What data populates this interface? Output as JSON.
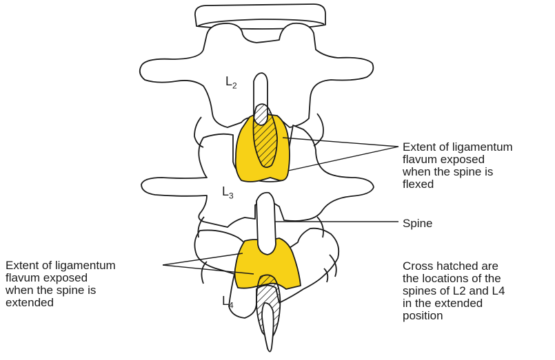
{
  "labels": {
    "l2": {
      "letter": "L",
      "sub": "2"
    },
    "l3": {
      "letter": "L",
      "sub": "3"
    },
    "l4": {
      "letter": "L",
      "sub": "4"
    }
  },
  "captions": {
    "flexed": [
      "Extent of ligamentum",
      "flavum exposed",
      "when the spine is",
      "flexed"
    ],
    "spine": "Spine",
    "extended": [
      "Extent of ligamentum",
      "flavum exposed",
      "when the spine is",
      "extended"
    ],
    "crosshatch": [
      "Cross hatched are",
      "the locations of the",
      "spines of L2 and L4",
      "in the extended",
      "position"
    ]
  },
  "colors": {
    "ligament": "#f7d117",
    "outline": "#1a1a1a",
    "bone": "#ffffff"
  }
}
